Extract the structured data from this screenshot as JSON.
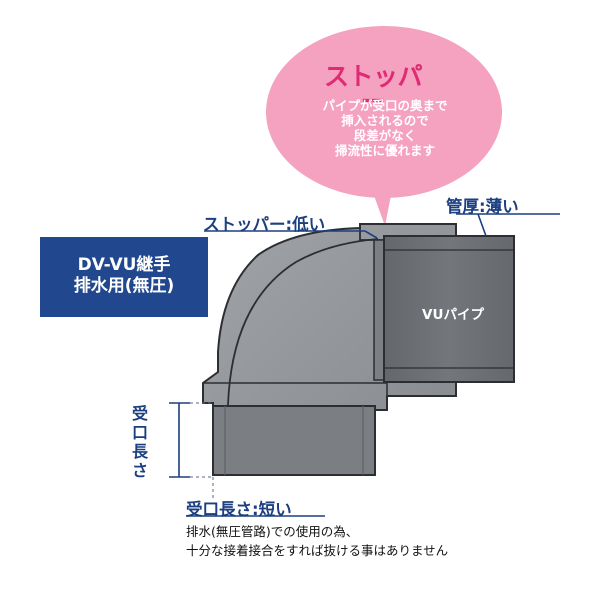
{
  "callout": {
    "title": "ストッパー",
    "body": "パイプが受口の奥まで\n挿入されるので\n段差がなく\n掃流性に優れます"
  },
  "badge": {
    "text": "DV-VU継手\n排水用(無圧)"
  },
  "labels": {
    "stopper_low": "ストッパー:低い",
    "wall_thin": "管厚:薄い",
    "socket_length_vertical": "受\n口\n長\nさ",
    "socket_length_short": "受口長さ:短い",
    "pipe": "VUパイプ"
  },
  "note": "排水(無圧管路)での使用の為、\n十分な接着接合をすれば抜ける事はありません",
  "colors": {
    "brand_navy": "#21478e",
    "label_blue": "#1b3f80",
    "callout_pink": "#f4a2bf",
    "callout_title": "#e02a73",
    "fitting_gray": "#8c8f94",
    "pipe_gray": "#6b6e73"
  }
}
